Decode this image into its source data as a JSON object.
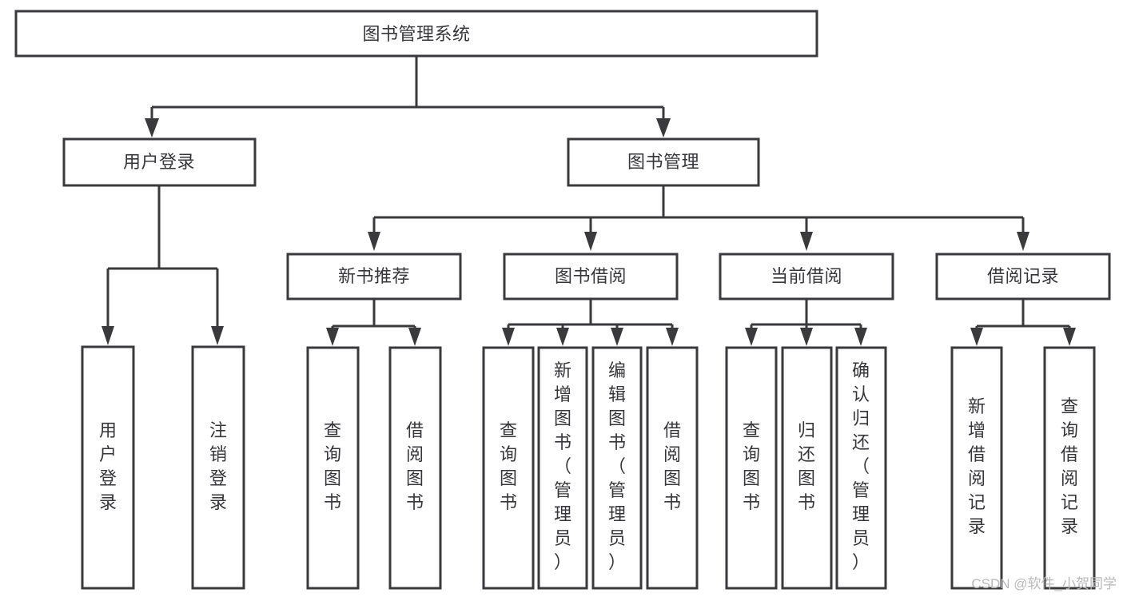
{
  "diagram": {
    "type": "hierarchy-tree",
    "title": "图书管理系统",
    "orientation": "top-down",
    "levels": 4,
    "colors": {
      "background": "#ffffff",
      "box_fill": "#ffffff",
      "box_stroke": "#3a3a3c",
      "text": "#36363a",
      "watermark": "#b9b9bb"
    },
    "root": {
      "label": "图书管理系统",
      "name": "root-node"
    },
    "level2": [
      {
        "label": "用户登录",
        "name": "node-user-login"
      },
      {
        "label": "图书管理",
        "name": "node-book-management"
      }
    ],
    "level3": [
      {
        "label": "新书推荐",
        "name": "node-new-book-recommend"
      },
      {
        "label": "图书借阅",
        "name": "node-book-borrow"
      },
      {
        "label": "当前借阅",
        "name": "node-current-borrow"
      },
      {
        "label": "借阅记录",
        "name": "node-borrow-record"
      }
    ],
    "leaves": {
      "user_login": [
        {
          "label": "用户登录",
          "chars": [
            "用",
            "户",
            "登",
            "录"
          ],
          "name": "leaf-user-login"
        },
        {
          "label": "注销登录",
          "chars": [
            "注",
            "销",
            "登",
            "录"
          ],
          "name": "leaf-logout"
        }
      ],
      "new_book_recommend": [
        {
          "label": "查询图书",
          "chars": [
            "查",
            "询",
            "图",
            "书"
          ],
          "name": "leaf-query-book-1"
        },
        {
          "label": "借阅图书",
          "chars": [
            "借",
            "阅",
            "图",
            "书"
          ],
          "name": "leaf-borrow-book-1"
        }
      ],
      "book_borrow": [
        {
          "label": "查询图书",
          "chars": [
            "查",
            "询",
            "图",
            "书"
          ],
          "name": "leaf-query-book-2"
        },
        {
          "label": "新增图书（管理员）",
          "chars": [
            "新",
            "增",
            "图",
            "书",
            "（",
            "管",
            "理",
            "员",
            "）"
          ],
          "name": "leaf-add-book-admin"
        },
        {
          "label": "编辑图书（管理员）",
          "chars": [
            "编",
            "辑",
            "图",
            "书",
            "（",
            "管",
            "理",
            "员",
            "）"
          ],
          "name": "leaf-edit-book-admin"
        },
        {
          "label": "借阅图书",
          "chars": [
            "借",
            "阅",
            "图",
            "书"
          ],
          "name": "leaf-borrow-book-2"
        }
      ],
      "current_borrow": [
        {
          "label": "查询图书",
          "chars": [
            "查",
            "询",
            "图",
            "书"
          ],
          "name": "leaf-query-book-3"
        },
        {
          "label": "归还图书",
          "chars": [
            "归",
            "还",
            "图",
            "书"
          ],
          "name": "leaf-return-book"
        },
        {
          "label": "确认归还（管理员）",
          "chars": [
            "确",
            "认",
            "归",
            "还",
            "（",
            "管",
            "理",
            "员",
            "）"
          ],
          "name": "leaf-confirm-return-admin"
        }
      ],
      "borrow_record": [
        {
          "label": "新增借阅记录",
          "chars": [
            "新",
            "增",
            "借",
            "阅",
            "记",
            "录"
          ],
          "name": "leaf-add-borrow-record"
        },
        {
          "label": "查询借阅记录",
          "chars": [
            "查",
            "询",
            "借",
            "阅",
            "记",
            "录"
          ],
          "name": "leaf-query-borrow-record"
        }
      ]
    }
  },
  "watermark": {
    "text": "CSDN @软件_小贺同学"
  }
}
